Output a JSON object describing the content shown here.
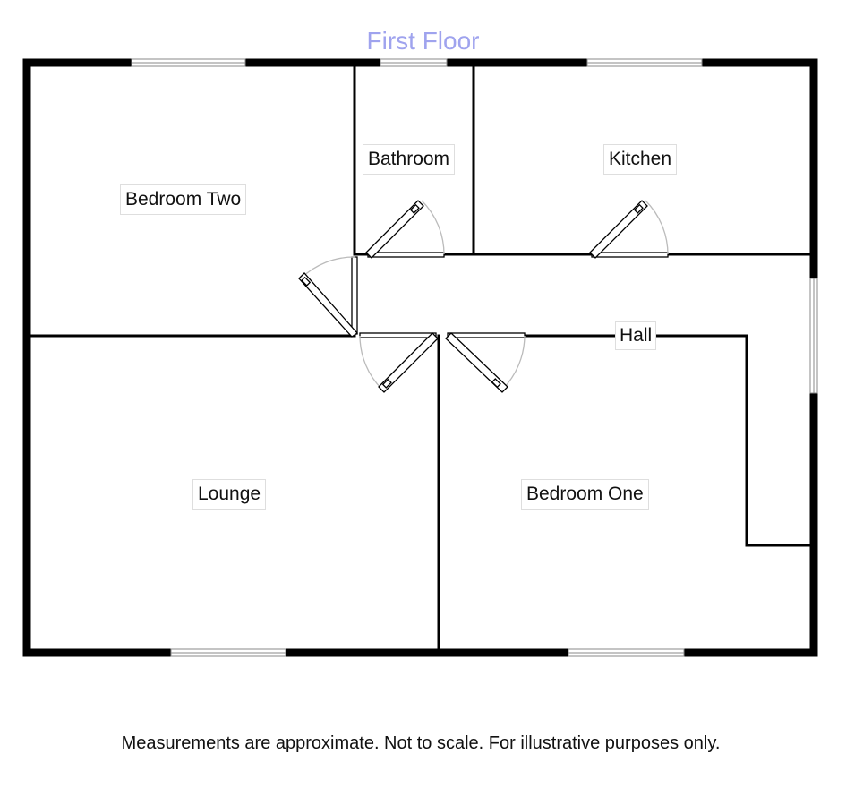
{
  "title": "First Floor",
  "rooms": {
    "bedroom_two": "Bedroom Two",
    "bathroom": "Bathroom",
    "kitchen": "Kitchen",
    "hall": "Hall",
    "lounge": "Lounge",
    "bedroom_one": "Bedroom One"
  },
  "footnote": "Measurements are approximate. Not to scale. For illustrative purposes only.",
  "colors": {
    "title": "#9fa3ee",
    "wall": "#000000",
    "window": "#9a9a9a",
    "door_swing": "#bbbbbb"
  }
}
